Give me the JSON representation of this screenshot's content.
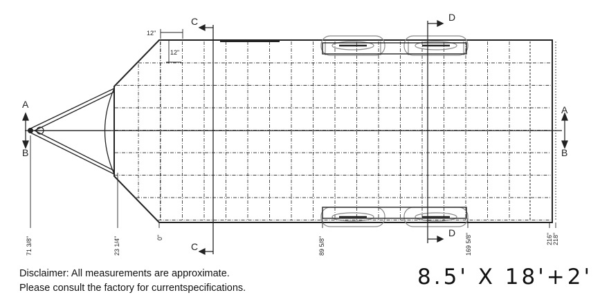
{
  "drawing": {
    "section_labels": {
      "a": "A",
      "b": "B",
      "c": "C",
      "d": "D"
    },
    "grid_dimension": "12\"",
    "dimensions": [
      "71 3/8\"",
      "23 1/4\"",
      "0\"",
      "89 5/8\"",
      "169 5/8\"",
      "216\"",
      "218\""
    ]
  },
  "disclaimer": {
    "line1": "Disclaimer: All measurements are approximate.",
    "line2": "Please consult the factory for currentspecifications."
  },
  "size_label": "8.5' X 18'+2'",
  "colors": {
    "line": "#222222",
    "grid": "#3a3a3a",
    "wheel": "#888888",
    "text": "#111111"
  }
}
